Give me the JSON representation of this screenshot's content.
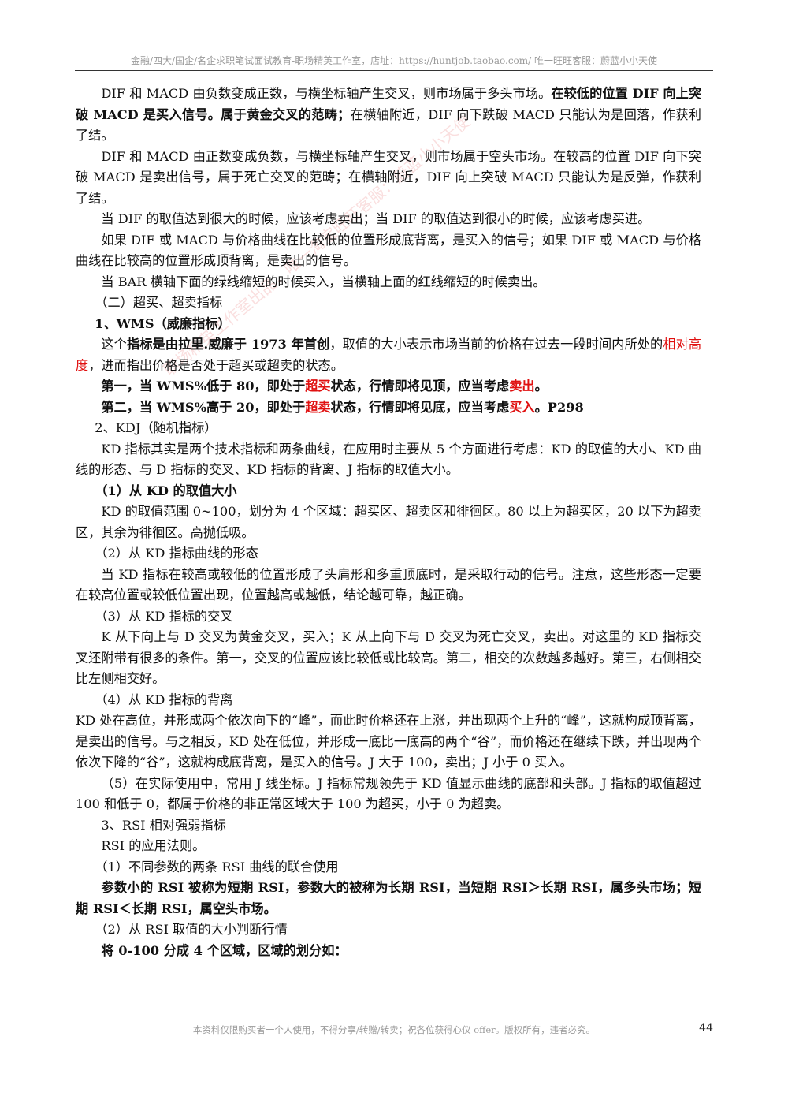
{
  "header": {
    "text": "金融/四大/国企/名企求职笔试面试教育-职场精英工作室，店址：https://huntjob.taobao.com/  唯一旺旺客服：蔚蓝小小天使"
  },
  "paragraphs": {
    "p1": {
      "a": "DIF 和 MACD 由负数变成正数，与横坐标轴产生交叉，则市场属于多头市场。",
      "b": "在较低的位置 DIF 向上突破 MACD 是买入信号。属于黄金交叉的范畴；",
      "c": "在横轴附近，DIF 向下跌破 MACD 只能认为是回落，作获利了结。"
    },
    "p2": "DIF 和 MACD 由正数变成负数，与横坐标轴产生交叉，则市场属于空头市场。在较高的位置 DIF 向下突破 MACD 是卖出信号，属于死亡交叉的范畴；在横轴附近，DIF 向上突破 MACD 只能认为是反弹，作获利了结。",
    "p3": "当 DIF 的取值达到很大的时候，应该考虑卖出；当 DIF 的取值达到很小的时候，应该考虑买进。",
    "p4": "如果 DIF 或 MACD 与价格曲线在比较低的位置形成底背离，是买入的信号；如果 DIF 或 MACD 与价格曲线在比较高的位置形成顶背离，是卖出的信号。",
    "p5": "当 BAR 横轴下面的绿线缩短的时候买入，当横轴上面的红线缩短的时候卖出。",
    "h_overbuy": "（二）超买、超卖指标",
    "h_wms": "1、WMS（威廉指标）",
    "p6": {
      "a": "这个",
      "b": "指标是由拉里.威廉于 1973 年首创",
      "c": "，取值的大小表示市场当前的价格在过去一段时间内所处的",
      "d": "相对高度",
      "e": "，进而指出价格是否处于超买或超卖的状态。"
    },
    "p7": {
      "a": "第一，当 WMS%低于 80，即处于",
      "b": "超买",
      "c": "状态，行情即将见顶，应当考虑",
      "d": "卖出",
      "e": "。"
    },
    "p8": {
      "a": "第二，当 WMS%高于 20，即处于",
      "b": "超卖",
      "c": "状态，行情即将见底，应当考虑",
      "d": "买入",
      "e": "。P298"
    },
    "h_kdj": "2、KDJ（随机指标）",
    "p9": "KD 指标其实是两个技术指标和两条曲线，在应用时主要从 5 个方面进行考虑：KD 的取值的大小、KD 曲线的形态、与 D 指标的交叉、KD 指标的背离、J 指标的取值大小。",
    "h_kd1": "（1）从 KD 的取值大小",
    "p10": "KD 的取值范围 0~100，划分为 4 个区域：超买区、超卖区和徘徊区。80 以上为超买区，20 以下为超卖区，其余为徘徊区。高抛低吸。",
    "h_kd2": "（2）从 KD 指标曲线的形态",
    "p11": "当 KD 指标在较高或较低的位置形成了头肩形和多重顶底时，是采取行动的信号。注意，这些形态一定要在较高位置或较低位置出现，位置越高或越低，结论越可靠，越正确。",
    "h_kd3": "（3）从 KD 指标的交叉",
    "p12": "K 从下向上与 D 交叉为黄金交叉，买入；K 从上向下与 D 交叉为死亡交叉，卖出。对这里的 KD 指标交叉还附带有很多的条件。第一，交叉的位置应该比较低或比较高。第二，相交的次数越多越好。第三，右侧相交比左侧相交好。",
    "h_kd4": "（4）从 KD 指标的背离",
    "p13": "KD 处在高位，并形成两个依次向下的“峰”，而此时价格还在上涨，并出现两个上升的“峰”，这就构成顶背离，是卖出的信号。与之相反，KD 处在低位，并形成一底比一底高的两个“谷”，而价格还在继续下跌，并出现两个依次下降的“谷”，这就构成底背离，是买入的信号。J 大于 100，卖出；J 小于 0 买入。",
    "p14": "（5）在实际使用中，常用 J 线坐标。J 指标常规领先于 KD 值显示曲线的底部和头部。J 指标的取值超过 100 和低于 0，都属于价格的非正常区域大于 100 为超买，小于 0 为超卖。",
    "h_rsi": "3、RSI 相对强弱指标",
    "p15": "RSI 的应用法则。",
    "h_rsi1": "（1）不同参数的两条 RSI 曲线的联合使用",
    "p16": "参数小的 RSI 被称为短期 RSI，参数大的被称为长期 RSI，当短期 RSI＞长期 RSI，属多头市场；短期 RSI＜长期 RSI，属空头市场。",
    "h_rsi2": "（2）从 RSI 取值的大小判断行情",
    "p17": "将 0-100 分成 4 个区域，区域的划分如："
  },
  "watermark": "职场精英工作室出品，唯一淘宝旺旺客服：蔚蓝小小天使",
  "footer": {
    "text": "本资料仅限购买者一个人使用，不得分享/转赠/转卖；祝各位获得心仪 offer。版权所有，违者必究。",
    "page_number": "44"
  }
}
